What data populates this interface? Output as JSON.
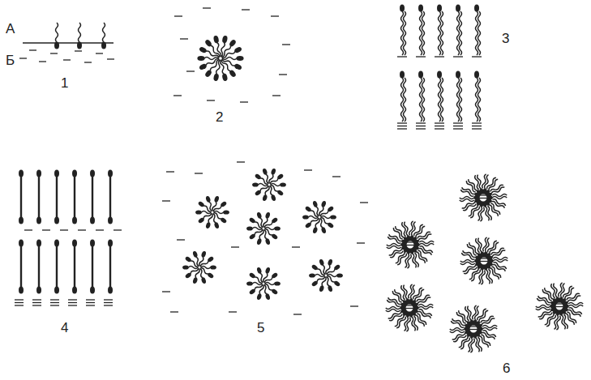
{
  "diagram": {
    "labels": [
      "А",
      "Б",
      "1",
      "2",
      "3",
      "4",
      "5",
      "6"
    ]
  }
}
